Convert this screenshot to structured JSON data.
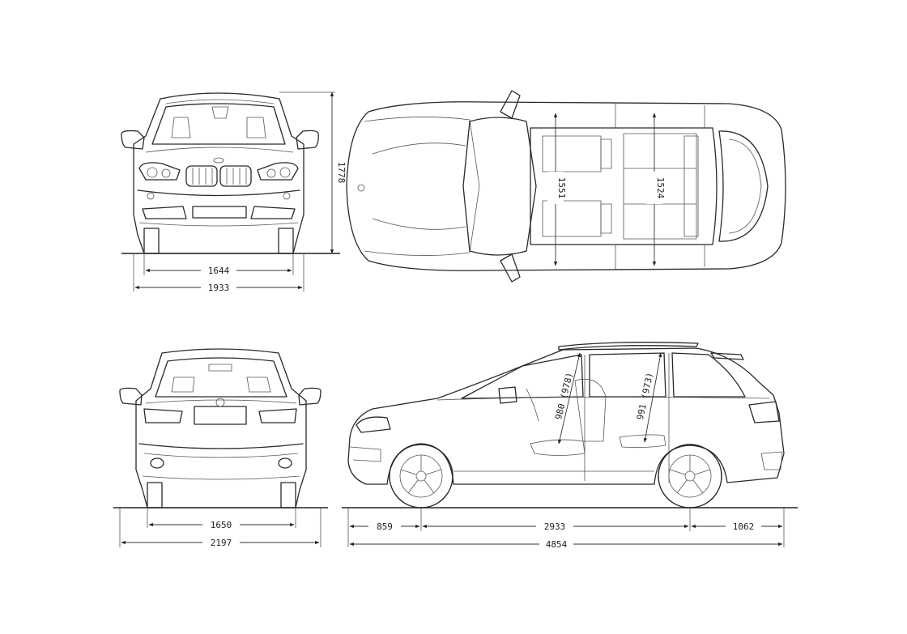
{
  "views": {
    "front": {
      "width_track": "1644",
      "width_overall": "1933",
      "height_overall": "1778"
    },
    "top": {
      "front_shoulder": "1551",
      "rear_shoulder": "1524"
    },
    "rear": {
      "width_track": "1650",
      "width_overall": "2197"
    },
    "side": {
      "front_headroom": "980 (978)",
      "rear_headroom": "991 (973)",
      "front_overhang": "859",
      "wheelbase": "2933",
      "rear_overhang": "1062",
      "length_overall": "4854"
    }
  }
}
